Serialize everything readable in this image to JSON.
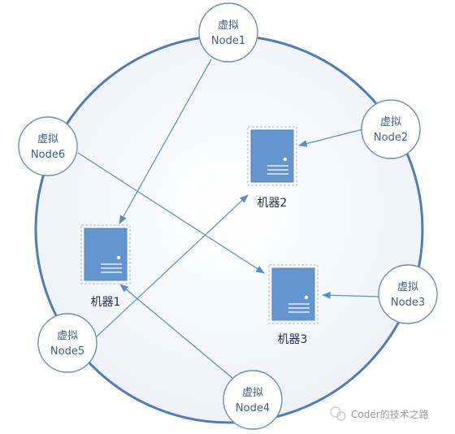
{
  "virtual_nodes": [
    {
      "id": "node1",
      "line1": "虚拟",
      "line2": "Node1"
    },
    {
      "id": "node2",
      "line1": "虚拟",
      "line2": "Node2"
    },
    {
      "id": "node3",
      "line1": "虚拟",
      "line2": "Node3"
    },
    {
      "id": "node4",
      "line1": "虚拟",
      "line2": "Node4"
    },
    {
      "id": "node5",
      "line1": "虚拟",
      "line2": "Node5"
    },
    {
      "id": "node6",
      "line1": "虚拟",
      "line2": "Node6"
    }
  ],
  "machines": [
    {
      "id": "machine1",
      "label": "机器1"
    },
    {
      "id": "machine2",
      "label": "机器2"
    },
    {
      "id": "machine3",
      "label": "机器3"
    }
  ],
  "mappings": [
    {
      "from": "node1",
      "to": "machine1"
    },
    {
      "from": "node2",
      "to": "machine2"
    },
    {
      "from": "node3",
      "to": "machine3"
    },
    {
      "from": "node4",
      "to": "machine1"
    },
    {
      "from": "node5",
      "to": "machine2"
    },
    {
      "from": "node6",
      "to": "machine3"
    }
  ],
  "watermark": "Coder的技术之路",
  "colors": {
    "ring": "#4f7db6",
    "edge": "#5b8dc9",
    "server": "#6495cf",
    "node_text": "#3d5f8d"
  }
}
